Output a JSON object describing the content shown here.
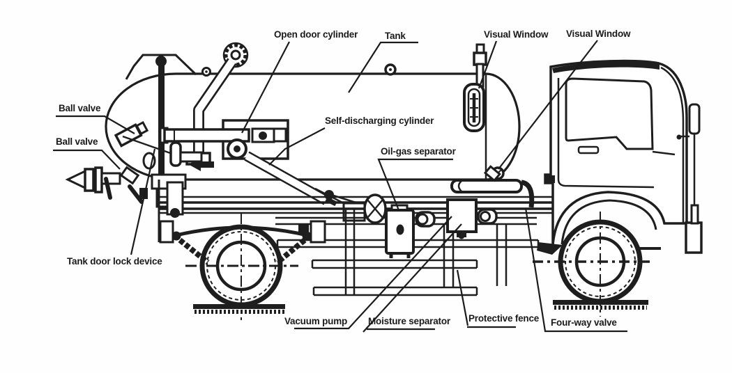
{
  "diagram": {
    "type": "technical-line-drawing",
    "subject": "vacuum suction tank truck side view with part callouts",
    "colors": {
      "line": "#1e1e1e",
      "label_text": "#1a1a1a",
      "background": "#fefefe"
    }
  },
  "labels": [
    {
      "id": "open-door-cylinder",
      "text": "Open door cylinder"
    },
    {
      "id": "tank",
      "text": "Tank"
    },
    {
      "id": "visual-window-1",
      "text": "Visual Window"
    },
    {
      "id": "visual-window-2",
      "text": "Visual Window"
    },
    {
      "id": "ball-valve-1",
      "text": "Ball valve"
    },
    {
      "id": "ball-valve-2",
      "text": "Ball valve"
    },
    {
      "id": "tank-door-lock-device",
      "text": "Tank door lock device"
    },
    {
      "id": "self-discharging-cylinder",
      "text": "Self-discharging cylinder"
    },
    {
      "id": "oil-gas-separator",
      "text": "Oil-gas separator"
    },
    {
      "id": "vacuum-pump",
      "text": "Vacuum pump"
    },
    {
      "id": "moisture-separator",
      "text": "Moisture separator"
    },
    {
      "id": "protective-fence",
      "text": "Protective fence"
    },
    {
      "id": "four-way-valve",
      "text": "Four-way valve"
    }
  ]
}
